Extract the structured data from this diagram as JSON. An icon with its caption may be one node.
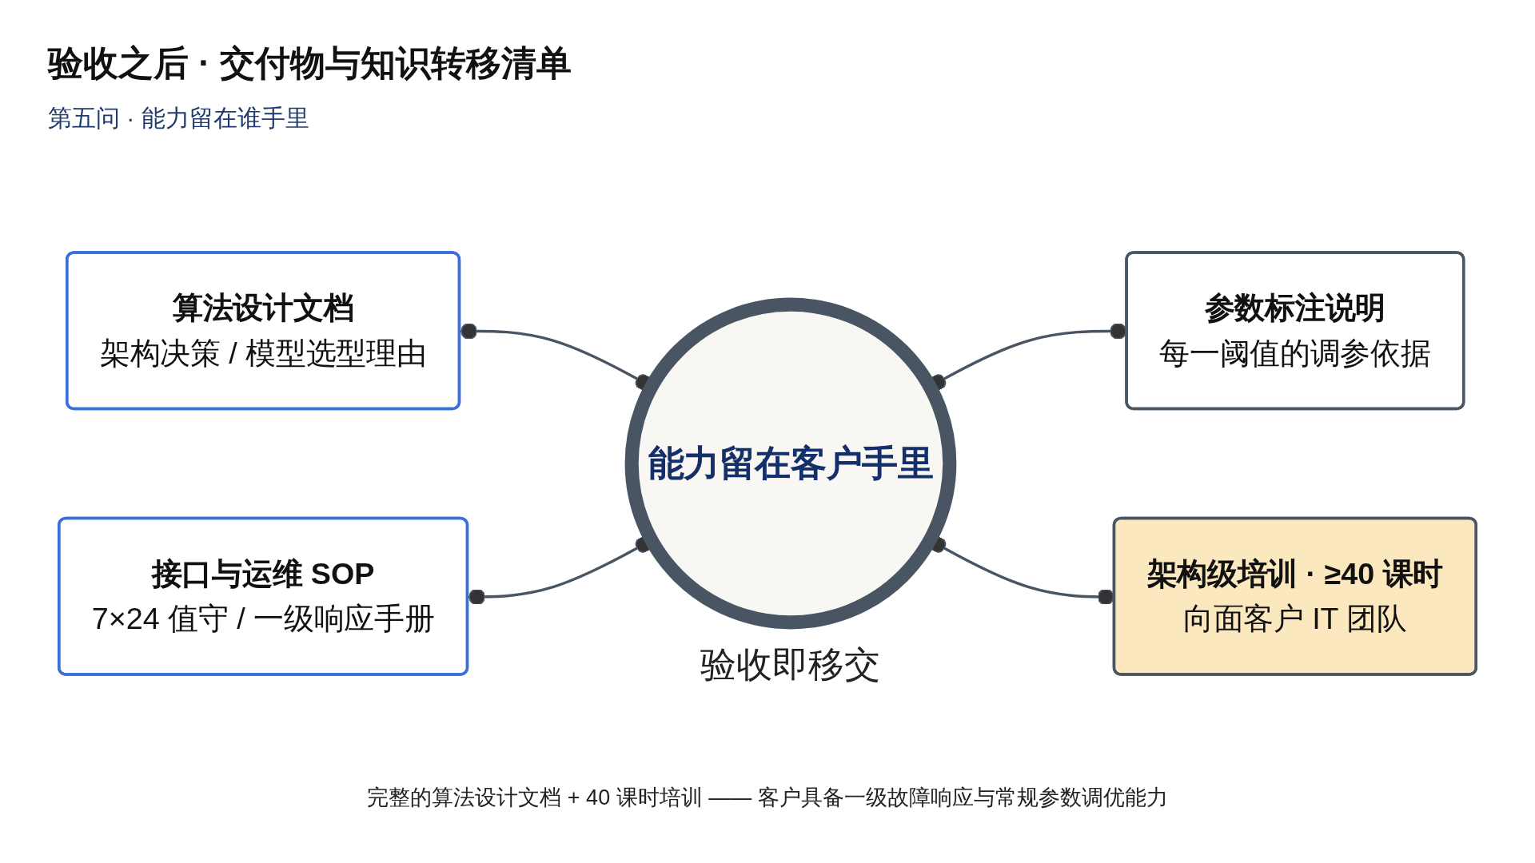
{
  "diagram": {
    "title": "验收之后 · 交付物与知识转移清单",
    "caption": "完整的算法设计文档 + 40 课时培训 —— 客户具备一级故障响应与常规参数调优能力",
    "nodes": [
      {
        "text": [
          "算法设计文档",
          "架构决策 / 模型选型理由"
        ]
      },
      {
        "text": [
          "参数标注说明",
          "每一阈值的调参依据"
        ]
      },
      {
        "text": [
          "能力留在客户手里"
        ],
        "beside": [
          "验收即移交"
        ]
      },
      {
        "text": [
          "接口与运维 SOP",
          "7×24 值守 / 一级响应手册"
        ]
      },
      {
        "text": [
          "架构级培训 · ≥40 课时",
          "向面客户 IT 团队"
        ]
      }
    ],
    "edges": [
      {
        "from": 0,
        "to": 2,
        "arrow": "other"
      },
      {
        "from": 2,
        "to": 1,
        "arrow": "other"
      },
      {
        "from": 3,
        "to": 2,
        "arrow": "other"
      },
      {
        "from": 2,
        "to": 4,
        "arrow": "other"
      }
    ],
    "labels": [
      "第五问 · 能力留在谁手里"
    ]
  }
}
